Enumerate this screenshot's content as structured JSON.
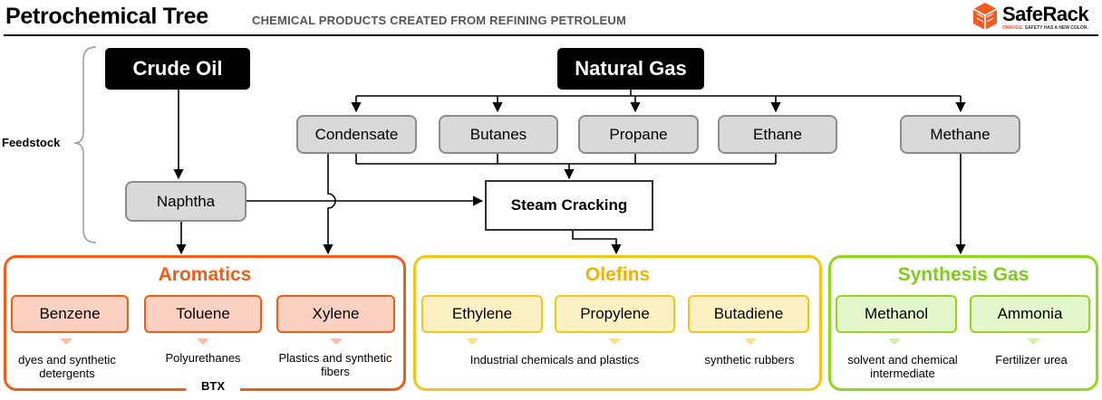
{
  "header": {
    "title": "Petrochemical Tree",
    "subtitle": "CHEMICAL PRODUCTS CREATED FROM REFINING PETROLEUM"
  },
  "logo": {
    "name": "SafeRack",
    "tag_accent": "ORANGE.",
    "tag_rest": "SAFETY HAS A NEW COLOR."
  },
  "feedstock_label": "Feedstock",
  "feedstocks": {
    "crude_oil": "Crude Oil",
    "natural_gas": "Natural Gas",
    "condensate": "Condensate",
    "butanes": "Butanes",
    "propane": "Propane",
    "ethane": "Ethane",
    "methane": "Methane",
    "naphtha": "Naphtha"
  },
  "process": {
    "steam_cracking": "Steam Cracking"
  },
  "groups": {
    "aromatics": {
      "title": "Aromatics",
      "color": "#f25c19",
      "products": [
        "Benzene",
        "Toluene",
        "Xylene"
      ],
      "uses": [
        "dyes and synthetic detergents",
        "Polyurethanes",
        "Plastics and synthetic fibers"
      ],
      "footer": "BTX"
    },
    "olefins": {
      "title": "Olefins",
      "color": "#f5c518",
      "products": [
        "Ethylene",
        "Propylene",
        "Butadiene"
      ],
      "uses": [
        "Industrial chemicals and plastics",
        "synthetic rubbers"
      ]
    },
    "synthesis_gas": {
      "title": "Synthesis Gas",
      "color": "#8fd81a",
      "products": [
        "Methanol",
        "Ammonia"
      ],
      "uses": [
        "solvent and chemical intermediate",
        "Fertilizer urea"
      ]
    }
  }
}
